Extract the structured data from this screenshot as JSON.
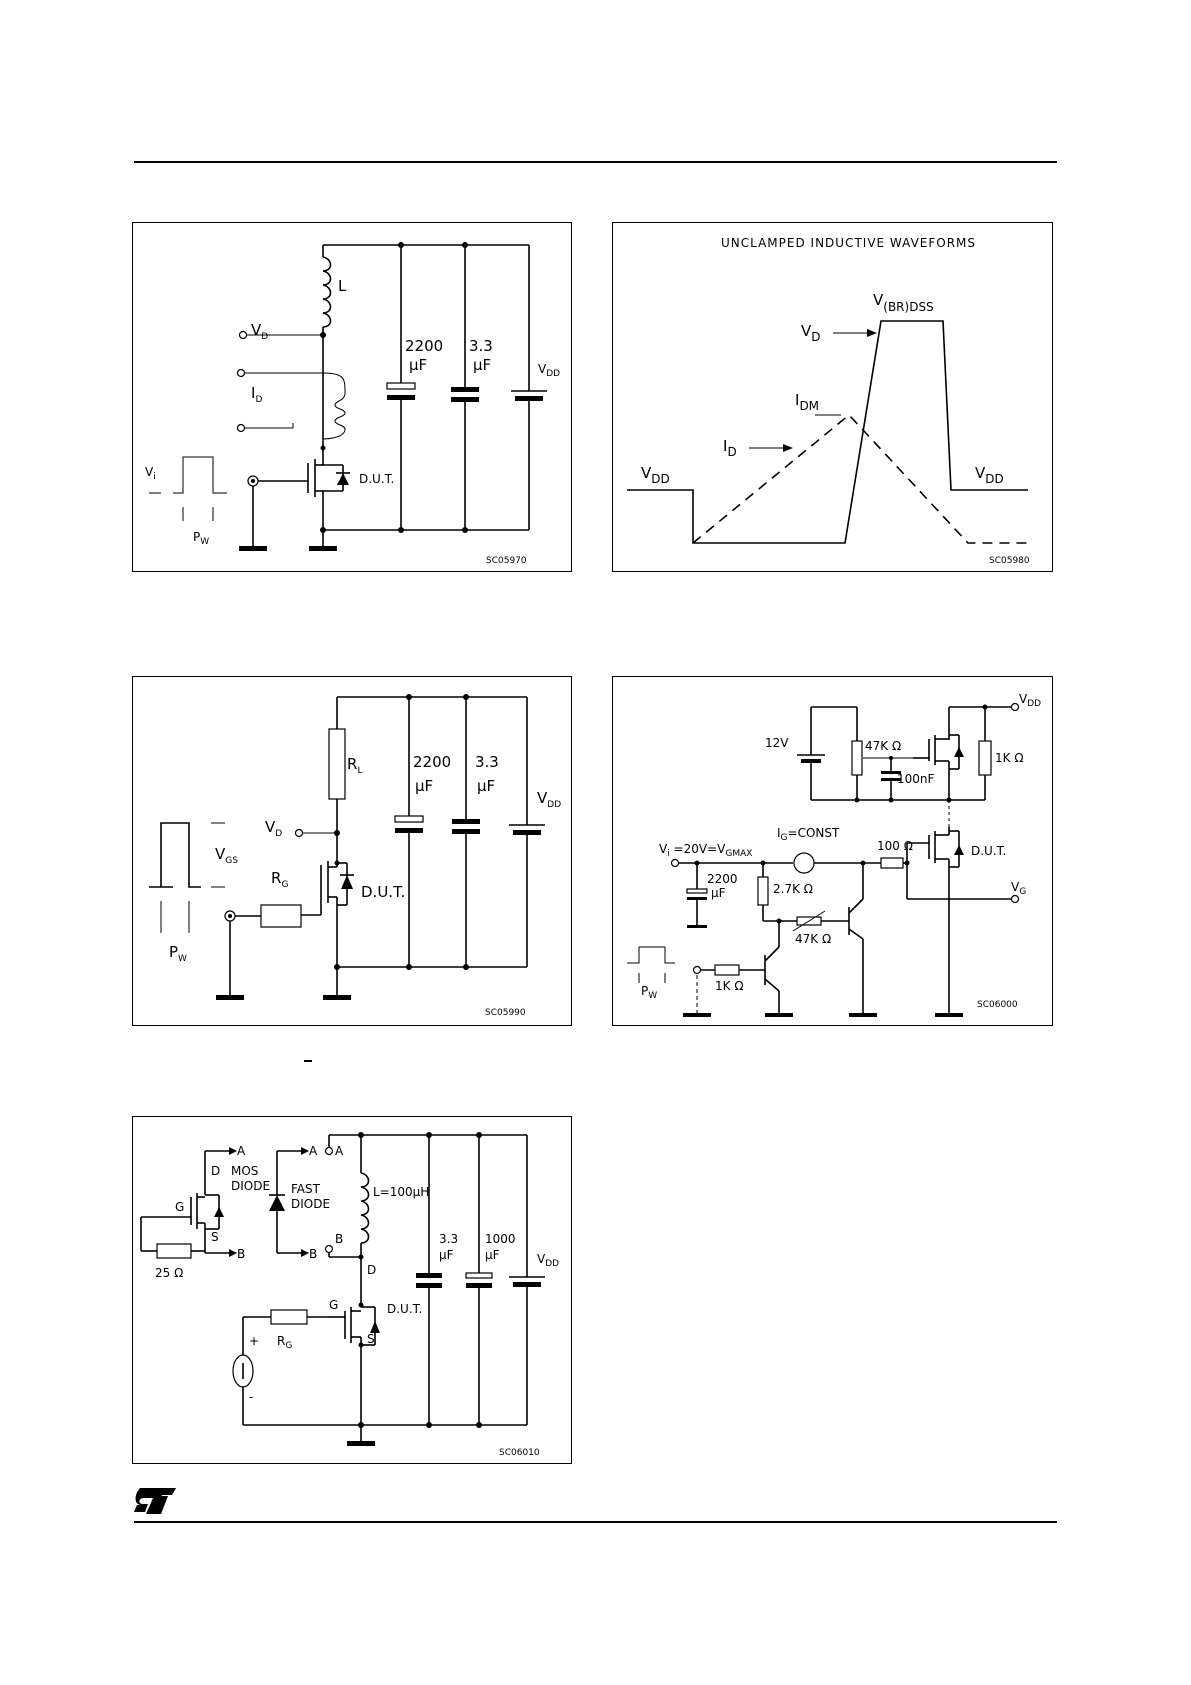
{
  "fig1": {
    "code": "SC05970",
    "labels": {
      "L": "L",
      "VD": "V",
      "VD_sub": "D",
      "ID": "I",
      "ID_sub": "D",
      "cap1_val": "2200",
      "cap1_unit": "μF",
      "cap2_val": "3.3",
      "cap2_unit": "μF",
      "VDD": "V",
      "VDD_sub": "DD",
      "Vi": "V",
      "Vi_sub": "i",
      "PW": "P",
      "PW_sub": "W",
      "dut": "D.U.T."
    }
  },
  "fig2": {
    "code": "SC05980",
    "title": "UNCLAMPED INDUCTIVE WAVEFORMS",
    "labels": {
      "vbr": "V",
      "vbr_sub": "(BR)DSS",
      "vd": "V",
      "vd_sub": "D",
      "idm": "I",
      "idm_sub": "DM",
      "id": "I",
      "id_sub": "D",
      "vdd_left": "V",
      "vdd_left_sub": "DD",
      "vdd_right": "V",
      "vdd_right_sub": "DD"
    }
  },
  "fig3": {
    "code": "SC05990",
    "labels": {
      "RL": "R",
      "RL_sub": "L",
      "VD": "V",
      "VD_sub": "D",
      "RG": "R",
      "RG_sub": "G",
      "VGS": "V",
      "VGS_sub": "GS",
      "PW": "P",
      "PW_sub": "W",
      "cap1_val": "2200",
      "cap1_unit": "μF",
      "cap2_val": "3.3",
      "cap2_unit": "μF",
      "VDD": "V",
      "VDD_sub": "DD",
      "dut": "D.U.T."
    }
  },
  "fig4": {
    "code": "SC06000",
    "labels": {
      "v12": "12V",
      "r47k_top": "47K Ω",
      "c100n": "100nF",
      "r1k_right": "1K Ω",
      "VDD": "V",
      "VDD_sub": "DD",
      "vi_pre": "V",
      "vi_sub": "i",
      "vi_mid": " =20V=V",
      "vi_sub2": "GMAX",
      "ig_pre": "I",
      "ig_sub": "G",
      "ig_post": "=CONST",
      "r100": "100 Ω",
      "dut": "D.U.T.",
      "VG": "V",
      "VG_sub": "G",
      "cap_val": "2200",
      "cap_unit": "μF",
      "r27k": "2.7K Ω",
      "r47k_bot": "47K Ω",
      "r1k_bot": "1K Ω",
      "PW": "P",
      "PW_sub": "W"
    }
  },
  "fig5": {
    "code": "SC06010",
    "labels": {
      "A1": "A",
      "D": "D",
      "mos": "MOS",
      "diode": "DIODE",
      "G": "G",
      "S": "S",
      "B1": "B",
      "r25": "25 Ω",
      "A2": "A",
      "A3": "A",
      "fast": "FAST",
      "fast_diode": "DIODE",
      "B2": "B",
      "B3": "B",
      "ind": "L=100μH",
      "cap1_val": "3.3",
      "cap1_unit": "μF",
      "cap2_val": "1000",
      "cap2_unit": "μF",
      "VDD": "V",
      "VDD_sub": "DD",
      "D2": "D",
      "G2": "G",
      "S2": "S",
      "dut": "D.U.T.",
      "RG": "R",
      "RG_sub": "G",
      "plus": "+",
      "minus": "-"
    }
  }
}
